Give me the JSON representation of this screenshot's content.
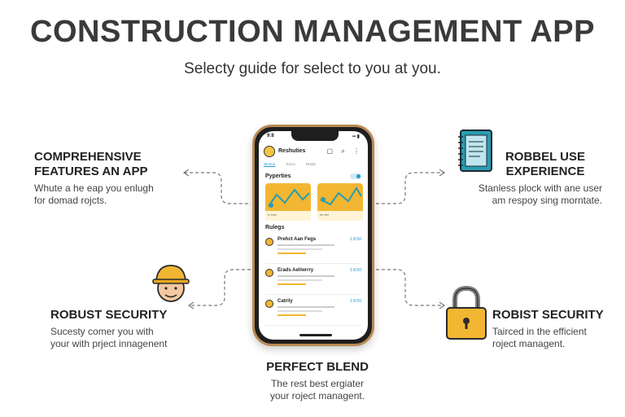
{
  "header": {
    "title": "CONSTRUCTION MANAGEMENT APP",
    "subtitle": "Selecty guide for select to you at you."
  },
  "features": {
    "top_left": {
      "title1": "COMPREHENSIVE",
      "title2": "FEATURES AN APP",
      "desc1": "Whute a he eap you enlugh",
      "desc2": "for domad rojcts."
    },
    "bottom_left": {
      "title": "ROBUST SECURITY",
      "desc1": "Sucesty comer you with",
      "desc2": "your with prject innagenent"
    },
    "top_right": {
      "title1": "ROBBEL USE",
      "title2": "EXPERIENCE",
      "desc1": "Stanless plock with ane user",
      "desc2": "am respoy sing morntate."
    },
    "bottom_right": {
      "title": "ROBIST SECURITY",
      "desc1": "Tairced in the efficient",
      "desc2": "roject managent."
    },
    "bottom_center": {
      "title": "PERFECT BLEND",
      "desc1": "The rest best ergiater",
      "desc2": "your roject managent."
    }
  },
  "phone": {
    "status_left": "9:8",
    "status_right": "▪▪ ▮",
    "app_name": "Reshuties",
    "appbar_icons": "▢ ⌕ ⋮",
    "tabs": [
      "Wrmns",
      "Ssrcs",
      "Rmds"
    ],
    "section1": "Pyperties",
    "cards": [
      {
        "footer": "▪▪ ▪▪▪▪▪"
      },
      {
        "footer": "▪▪▪ ▪▪▪▪"
      }
    ],
    "section2": "Rulegs",
    "items": [
      {
        "title": "Prehct Aan Fegs",
        "time": "1:8:50"
      },
      {
        "title": "Erads Ael/wrrry",
        "time": "1:8:50"
      },
      {
        "title": "Catrily",
        "time": "1:8:50"
      }
    ]
  },
  "colors": {
    "accent": "#1a9ad6",
    "brand_yellow": "#f2b632",
    "teal": "#2a9cb0"
  }
}
